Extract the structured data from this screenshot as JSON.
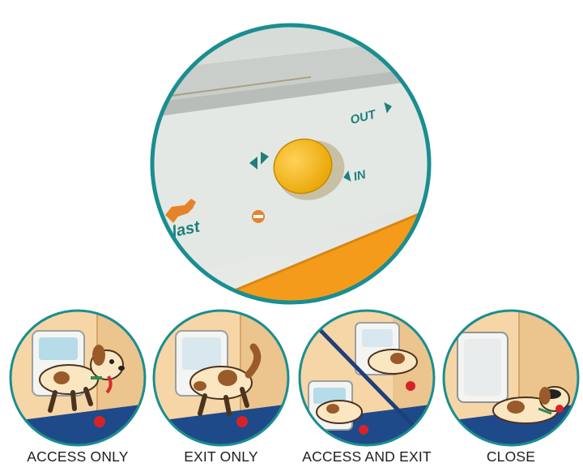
{
  "hero": {
    "brand_text": "plast",
    "out_label": "OUT",
    "in_label": "IN",
    "selector_icon": "orange-rotary-selector-knob",
    "colors": {
      "ring": "#1a8e90",
      "knob": "#f4b400",
      "panel": "#dde2de",
      "accent": "#f59b1c"
    }
  },
  "modes": [
    {
      "label": "ACCESS ONLY",
      "icon": "dog-entering-flap"
    },
    {
      "label": "EXIT ONLY",
      "icon": "dog-exiting-flap"
    },
    {
      "label": "ACCESS AND EXIT",
      "icon": "dog-both-directions"
    },
    {
      "label": "CLOSE",
      "icon": "dog-sleeping-flap-closed"
    }
  ]
}
